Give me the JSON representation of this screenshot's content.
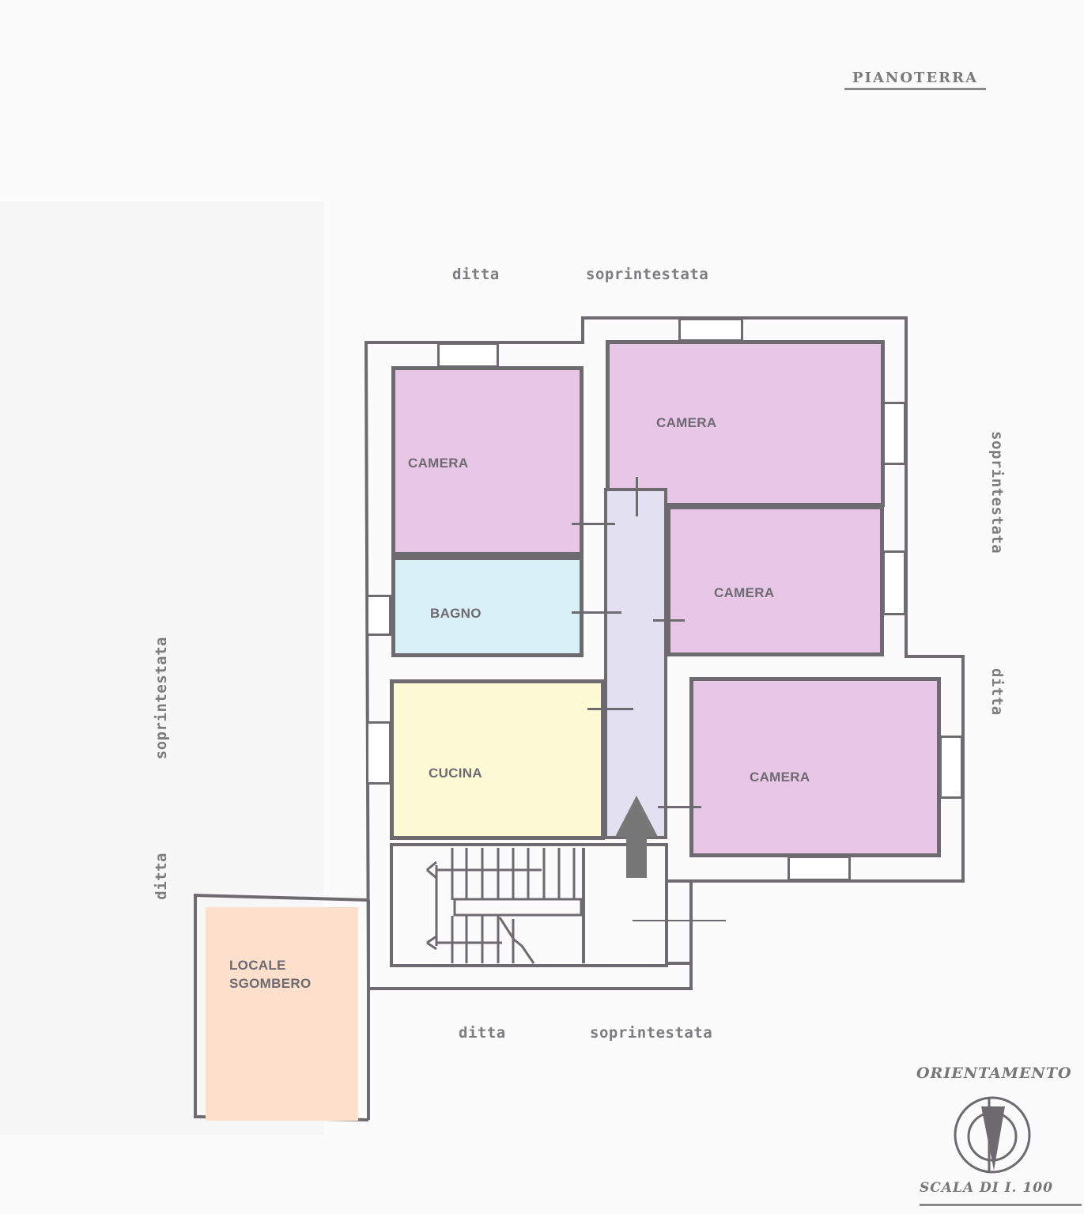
{
  "plan": {
    "title": "PIANOTERRA",
    "orientation_label": "ORIENTAMENTO",
    "scale_label": "SCALA DI I. 100",
    "compass_icon": "north-arrow-compass"
  },
  "neighbors": {
    "top": {
      "word1": "ditta",
      "word2": "soprintestata"
    },
    "bottom": {
      "word1": "ditta",
      "word2": "soprintestata"
    },
    "right_upper": "soprintestata",
    "right_lower": "ditta",
    "left_upper": "soprintestata",
    "left_lower": "ditta"
  },
  "rooms": [
    {
      "id": "camera-nw",
      "label": "CAMERA",
      "color": "#e7c6e6"
    },
    {
      "id": "camera-ne",
      "label": "CAMERA",
      "color": "#e7c6e6"
    },
    {
      "id": "camera-e",
      "label": "CAMERA",
      "color": "#e7c6e6"
    },
    {
      "id": "camera-se",
      "label": "CAMERA",
      "color": "#e7c6e6"
    },
    {
      "id": "bagno",
      "label": "BAGNO",
      "color": "#d9f0f7"
    },
    {
      "id": "cucina",
      "label": "CUCINA",
      "color": "#fdfbd6"
    },
    {
      "id": "corridoio",
      "label": "",
      "color": "#e3e0f1"
    },
    {
      "id": "locale-sgombero",
      "label": "LOCALE\nSGOMBERO",
      "label_line1": "LOCALE",
      "label_line2": "SGOMBERO",
      "color": "#fde0cb"
    }
  ],
  "entrance_arrow": {
    "icon": "entrance-arrow-up",
    "color": "#777777"
  }
}
